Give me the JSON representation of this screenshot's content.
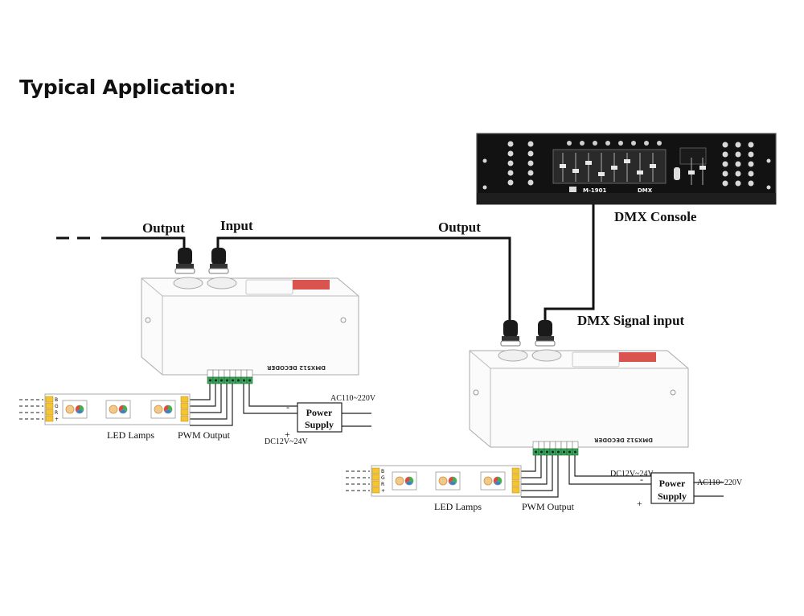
{
  "heading": "Typical Application:",
  "labels": {
    "output_left": "Output",
    "input": "Input",
    "output_mid": "Output",
    "dmx_console": "DMX Console",
    "dmx_signal_input": "DMX Signal input"
  },
  "console": {
    "brand": "M-1901",
    "tag": "DMX"
  },
  "decoders": [
    {
      "label": "DMX512 DECODER",
      "led_label": "LED Lamps",
      "pwm_label": "PWM Output",
      "power_supply_line1": "Power",
      "power_supply_line2": "Supply",
      "ac_label": "AC110~220V",
      "dc_label": "DC12V~24V",
      "minus": "-",
      "plus": "+"
    },
    {
      "label": "DMX512 DECODER",
      "led_label": "LED Lamps",
      "pwm_label": "PWM Output",
      "power_supply_line1": "Power",
      "power_supply_line2": "Supply",
      "ac_label": "AC110~220V",
      "dc_label": "DC12V~24V",
      "minus": "-",
      "plus": "+"
    }
  ],
  "strip_pins": [
    "B",
    "G",
    "R",
    "+"
  ]
}
